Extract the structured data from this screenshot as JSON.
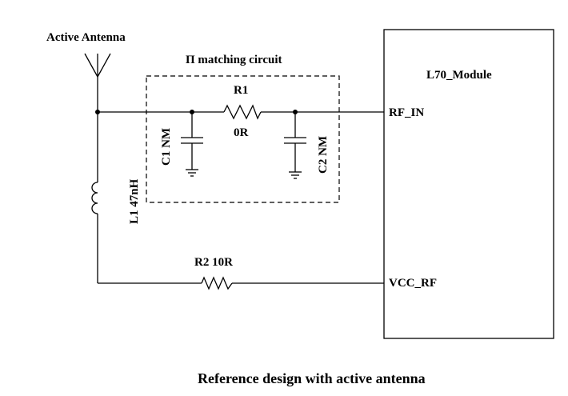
{
  "labels": {
    "antenna": "Active Antenna",
    "matching_title": "Π matching circuit",
    "r1_name": "R1",
    "r1_value": "0R",
    "c1": "C1 NM",
    "c2": "C2 NM",
    "inductor": "L1 47nH",
    "r2": "R2 10R",
    "module": "L70_Module",
    "pin_rf_in": "RF_IN",
    "pin_vcc_rf": "VCC_RF"
  },
  "caption": "Reference design with active antenna"
}
